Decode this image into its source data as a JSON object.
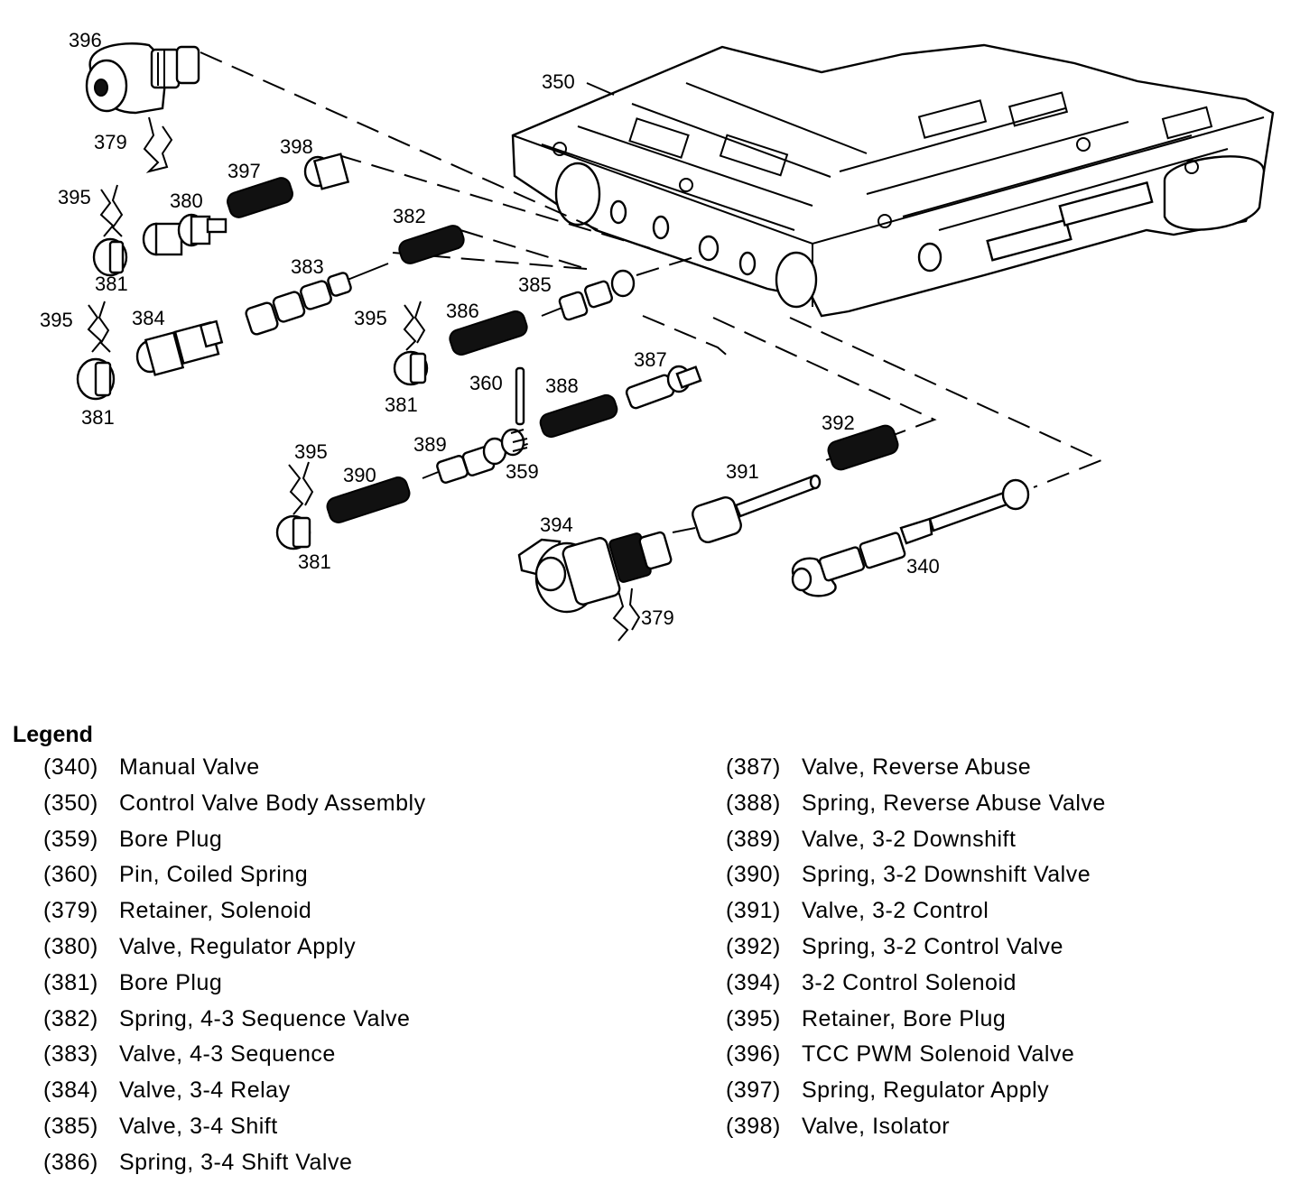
{
  "callouts": {
    "c340": "340",
    "c350": "350",
    "c359": "359",
    "c360": "360",
    "c379a": "379",
    "c379b": "379",
    "c380": "380",
    "c381a": "381",
    "c381b": "381",
    "c381c": "381",
    "c381d": "381",
    "c382": "382",
    "c383": "383",
    "c384": "384",
    "c385": "385",
    "c386": "386",
    "c387": "387",
    "c388": "388",
    "c389": "389",
    "c390": "390",
    "c391": "391",
    "c392": "392",
    "c394": "394",
    "c395a": "395",
    "c395b": "395",
    "c395c": "395",
    "c395d": "395",
    "c396": "396",
    "c397": "397",
    "c398": "398"
  },
  "legend": {
    "title": "Legend",
    "left": [
      {
        "num": "(340)",
        "label": "Manual Valve"
      },
      {
        "num": "(350)",
        "label": "Control Valve Body Assembly"
      },
      {
        "num": "(359)",
        "label": "Bore Plug"
      },
      {
        "num": "(360)",
        "label": "Pin, Coiled Spring"
      },
      {
        "num": "(379)",
        "label": "Retainer, Solenoid"
      },
      {
        "num": "(380)",
        "label": "Valve, Regulator Apply"
      },
      {
        "num": "(381)",
        "label": "Bore Plug"
      },
      {
        "num": "(382)",
        "label": "Spring, 4-3 Sequence Valve"
      },
      {
        "num": "(383)",
        "label": "Valve, 4-3 Sequence"
      },
      {
        "num": "(384)",
        "label": "Valve, 3-4 Relay"
      },
      {
        "num": "(385)",
        "label": "Valve, 3-4 Shift"
      },
      {
        "num": "(386)",
        "label": "Spring, 3-4 Shift Valve"
      }
    ],
    "right": [
      {
        "num": "(387)",
        "label": "Valve, Reverse Abuse"
      },
      {
        "num": "(388)",
        "label": "Spring, Reverse Abuse Valve"
      },
      {
        "num": "(389)",
        "label": "Valve, 3-2 Downshift"
      },
      {
        "num": "(390)",
        "label": "Spring, 3-2 Downshift Valve"
      },
      {
        "num": "(391)",
        "label": "Valve, 3-2 Control"
      },
      {
        "num": "(392)",
        "label": "Spring, 3-2 Control Valve"
      },
      {
        "num": "(394)",
        "label": "3-2 Control Solenoid"
      },
      {
        "num": "(395)",
        "label": "Retainer, Bore Plug"
      },
      {
        "num": "(396)",
        "label": "TCC PWM Solenoid Valve"
      },
      {
        "num": "(397)",
        "label": "Spring, Regulator Apply"
      },
      {
        "num": "(398)",
        "label": "Valve, Isolator"
      }
    ]
  }
}
